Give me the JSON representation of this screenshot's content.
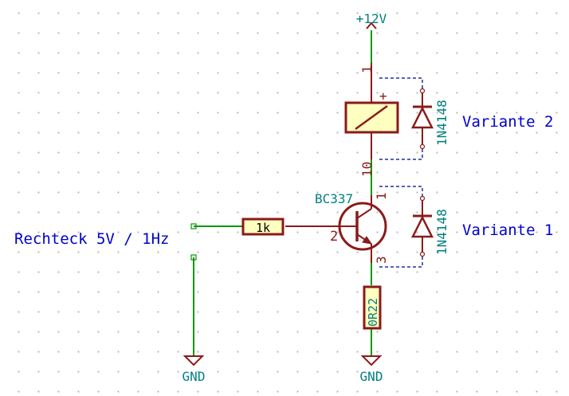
{
  "power": {
    "vcc": "+12V",
    "gnd_left": "GND",
    "gnd_right": "GND"
  },
  "input_label": "Rechteck 5V / 1Hz",
  "resistor_base": {
    "value": "1k"
  },
  "resistor_emitter": {
    "value": "0R22"
  },
  "transistor": {
    "name": "BC337",
    "pin_base": "2",
    "pin_collector": "1",
    "pin_emitter": "3"
  },
  "relay": {
    "pin_top": "1",
    "pin_bottom": "10",
    "plus": "+"
  },
  "diode_top": {
    "value": "1N4148",
    "variant": "Variante 2"
  },
  "diode_bottom": {
    "value": "1N4148",
    "variant": "Variante 1"
  },
  "colors": {
    "wire": "#009900",
    "component": "#8b1a1a",
    "fill": "#ffffc0",
    "value_text": "#008080",
    "label_text": "#0000cc"
  }
}
